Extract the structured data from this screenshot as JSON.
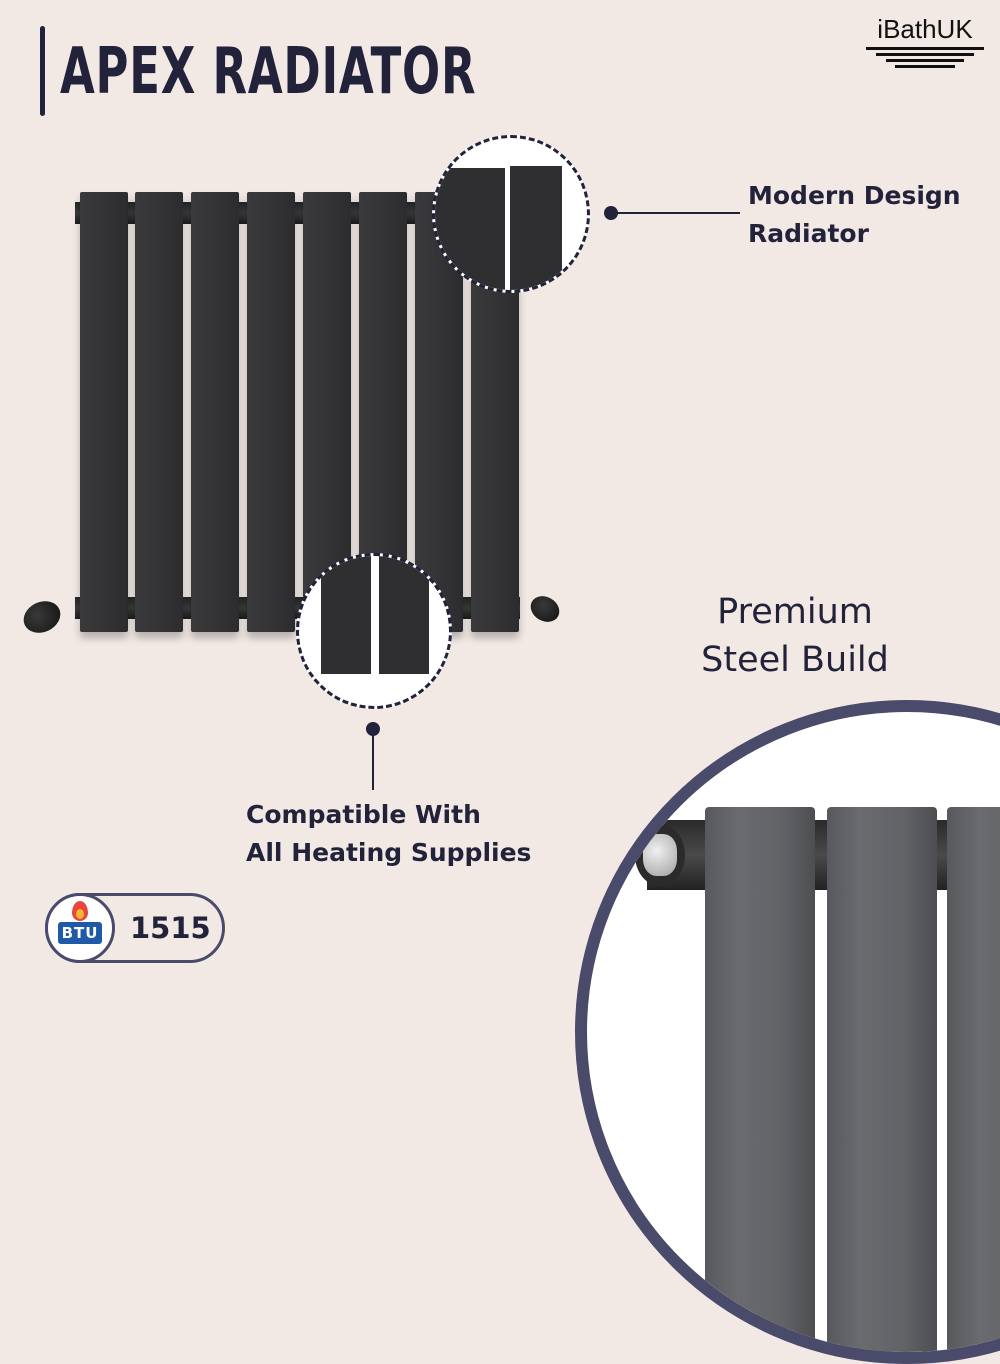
{
  "header": {
    "title": "APEX RADIATOR",
    "brand_logo": "iBathUK"
  },
  "callouts": {
    "modern_design": {
      "line1": "Modern Design",
      "line2": "Radiator"
    },
    "compatible": {
      "line1": "Compatible With",
      "line2": "All Heating Supplies"
    },
    "premium": {
      "line1": "Premium",
      "line2": "Steel Build"
    }
  },
  "btu_badge": {
    "icon_label": "BTU",
    "value": "1515"
  },
  "colors": {
    "background": "#f2e9e5",
    "text_primary": "#22223b",
    "accent_ring": "#4a4a6a",
    "radiator": "#343436",
    "btu_blue": "#1e5aa8",
    "flame_red": "#e8453c",
    "flame_yellow": "#f6b72e"
  },
  "product": {
    "panel_count": 8
  }
}
